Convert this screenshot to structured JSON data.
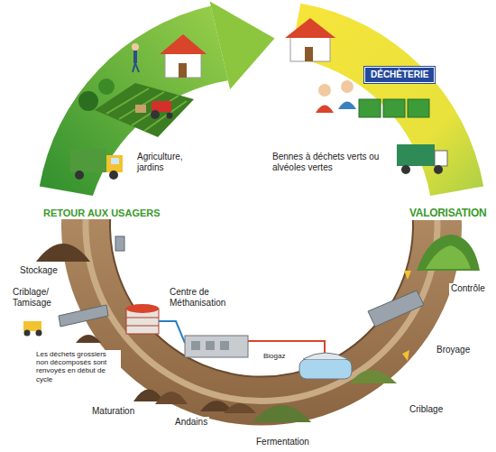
{
  "diagram": {
    "nodes": [
      {
        "text": [
          "DÉCHÈTERIE"
        ]
      }
    ],
    "labels": [
      "Agriculture, jardins",
      "Bennes à déchets verts ou alvéoles vertes",
      "RETOUR AUX USAGERS",
      "VALORISATION",
      "Contrôle",
      "Broyage",
      "Criblage",
      "Fermentation",
      "Andains",
      "Maturation",
      "Les déchets grossiers non décomposés sont renvoyés en début de cycle",
      "Criblage/ Tamisage",
      "Stockage",
      "Centre de Méthanisation",
      "Biogaz"
    ]
  }
}
